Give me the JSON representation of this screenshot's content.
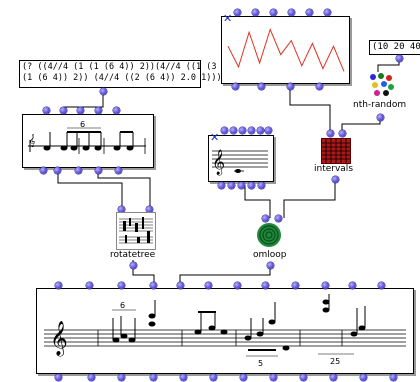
{
  "patch": {
    "rhythm_tree_text_line1": "(? ((4//4 (1 (1 (6 4)) 2))(4//4 ((1 (3 3))",
    "rhythm_tree_text_line2": "(1 (6 4)) 2)) (4//4 ((2 (6 4)) 2.0 1))))",
    "list_text": "(10 20 40)",
    "nth_random_label": "nth-random",
    "intervals_label": "intervals",
    "rotatetree_label": "rotatetree",
    "omloop_label": "omloop",
    "tuplet_top": "6",
    "tuplet_lower_6": "6",
    "tuplet_lower_5": "5",
    "tuplet_lower_25": "25"
  },
  "bpf": {
    "y_values": [
      0.55,
      0.18,
      0.8,
      0.25,
      0.85,
      0.4,
      0.65,
      0.2,
      0.6,
      0.15,
      0.55,
      0.1
    ]
  },
  "colors": {
    "inlet": "#6a5fe0",
    "bpf_line": "#e03020",
    "connection": "#000000",
    "omloop_green": "#1e8a3a",
    "intervals_red": "#b01818"
  },
  "icons": {
    "nth_random": "colored-dots-icon",
    "intervals": "red-grid-icon",
    "rotatetree": "score-fragment-icon",
    "omloop": "spiral-icon",
    "close": "blue-x-icon"
  }
}
